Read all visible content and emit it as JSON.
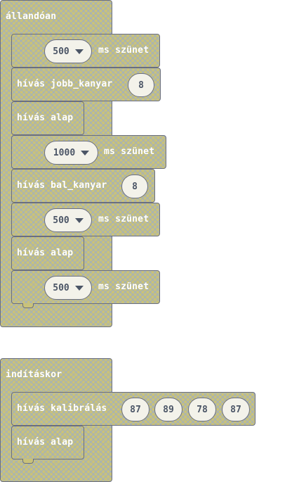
{
  "forever": {
    "label": "állandóan",
    "statements": [
      {
        "pause_value": "500",
        "pause_label": "ms szünet"
      },
      {
        "call": "hívás jobb_kanyar",
        "arg": "8"
      },
      {
        "call": "hívás alap"
      },
      {
        "pause_value": "1000",
        "pause_label": "ms szünet"
      },
      {
        "call": "hívás bal_kanyar",
        "arg": "8"
      },
      {
        "pause_value": "500",
        "pause_label": "ms szünet"
      },
      {
        "call": "hívás alap"
      },
      {
        "pause_value": "500",
        "pause_label": "ms szünet"
      }
    ]
  },
  "on_start": {
    "label": "indításkor",
    "statements": [
      {
        "call": "hívás kalibrálás",
        "args": [
          "87",
          "89",
          "78",
          "87"
        ]
      },
      {
        "call": "hívás alap"
      }
    ]
  },
  "colors": {
    "block_fill": "#c9c27a",
    "pattern": "#96aad2",
    "outline": "#6b6f80",
    "pill_fill": "#f3f2ea",
    "pill_text": "#4b5566"
  }
}
